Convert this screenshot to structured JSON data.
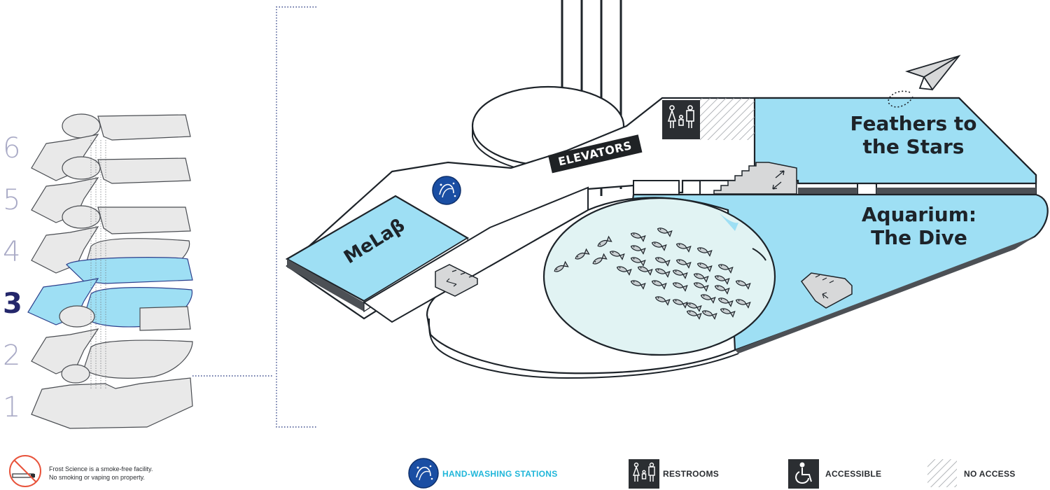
{
  "floor_selector": {
    "floors": [
      {
        "number": "6",
        "active": false
      },
      {
        "number": "5",
        "active": false
      },
      {
        "number": "4",
        "active": false
      },
      {
        "number": "3",
        "active": true
      },
      {
        "number": "2",
        "active": false
      },
      {
        "number": "1",
        "active": false
      }
    ],
    "active_color": "#24276b",
    "inactive_color": "#a9aac6"
  },
  "map": {
    "areas": {
      "feathers": "Feathers to\nthe Stars",
      "aquarium": "Aquarium:\nThe Dive",
      "melab": "MeLaβ",
      "elevators": "ELEVATORS"
    },
    "colors": {
      "exhibit_fill": "#9edff4",
      "floor_fill": "#ffffff",
      "outline": "#1d2329",
      "tank_fill": "#e1f3f3",
      "selector_fill": "#e9e9e9",
      "highlight_stroke": "#2c3f8c"
    },
    "icons": [
      "hand-washing-icon",
      "restroom-icon",
      "stairs-icon",
      "paper-plane-icon",
      "fish-icon"
    ]
  },
  "legend": {
    "smoke_free_line1": "Frost Science is a smoke-free facility.",
    "smoke_free_line2": "No smoking or vaping on property.",
    "hand_washing": "HAND-WASHING STATIONS",
    "restrooms": "RESTROOMS",
    "accessible": "ACCESSIBLE",
    "no_access": "NO ACCESS"
  }
}
